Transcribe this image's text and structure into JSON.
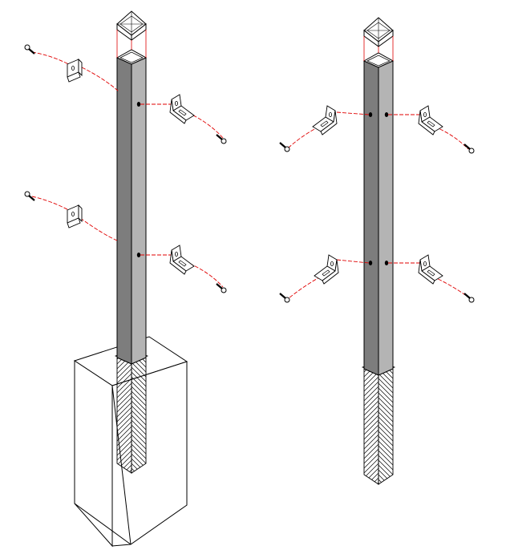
{
  "colors": {
    "background": "#ffffff",
    "outline": "#000000",
    "post_front": "#7d7d7d",
    "post_side": "#b4b4b4",
    "post_shadow": "#5a5a5a",
    "leader": "#e00000",
    "bracket_fill": "#ffffff",
    "hatch": "#000000"
  },
  "assemblies": [
    {
      "id": "concrete-footing-assembly",
      "components": [
        "post-cap",
        "square-post",
        "l-bracket",
        "lag-screw",
        "embedded-post-end",
        "concrete-footing"
      ]
    },
    {
      "id": "direct-burial-assembly",
      "components": [
        "post-cap",
        "square-post",
        "l-bracket",
        "lag-screw",
        "buried-post-end"
      ]
    }
  ]
}
